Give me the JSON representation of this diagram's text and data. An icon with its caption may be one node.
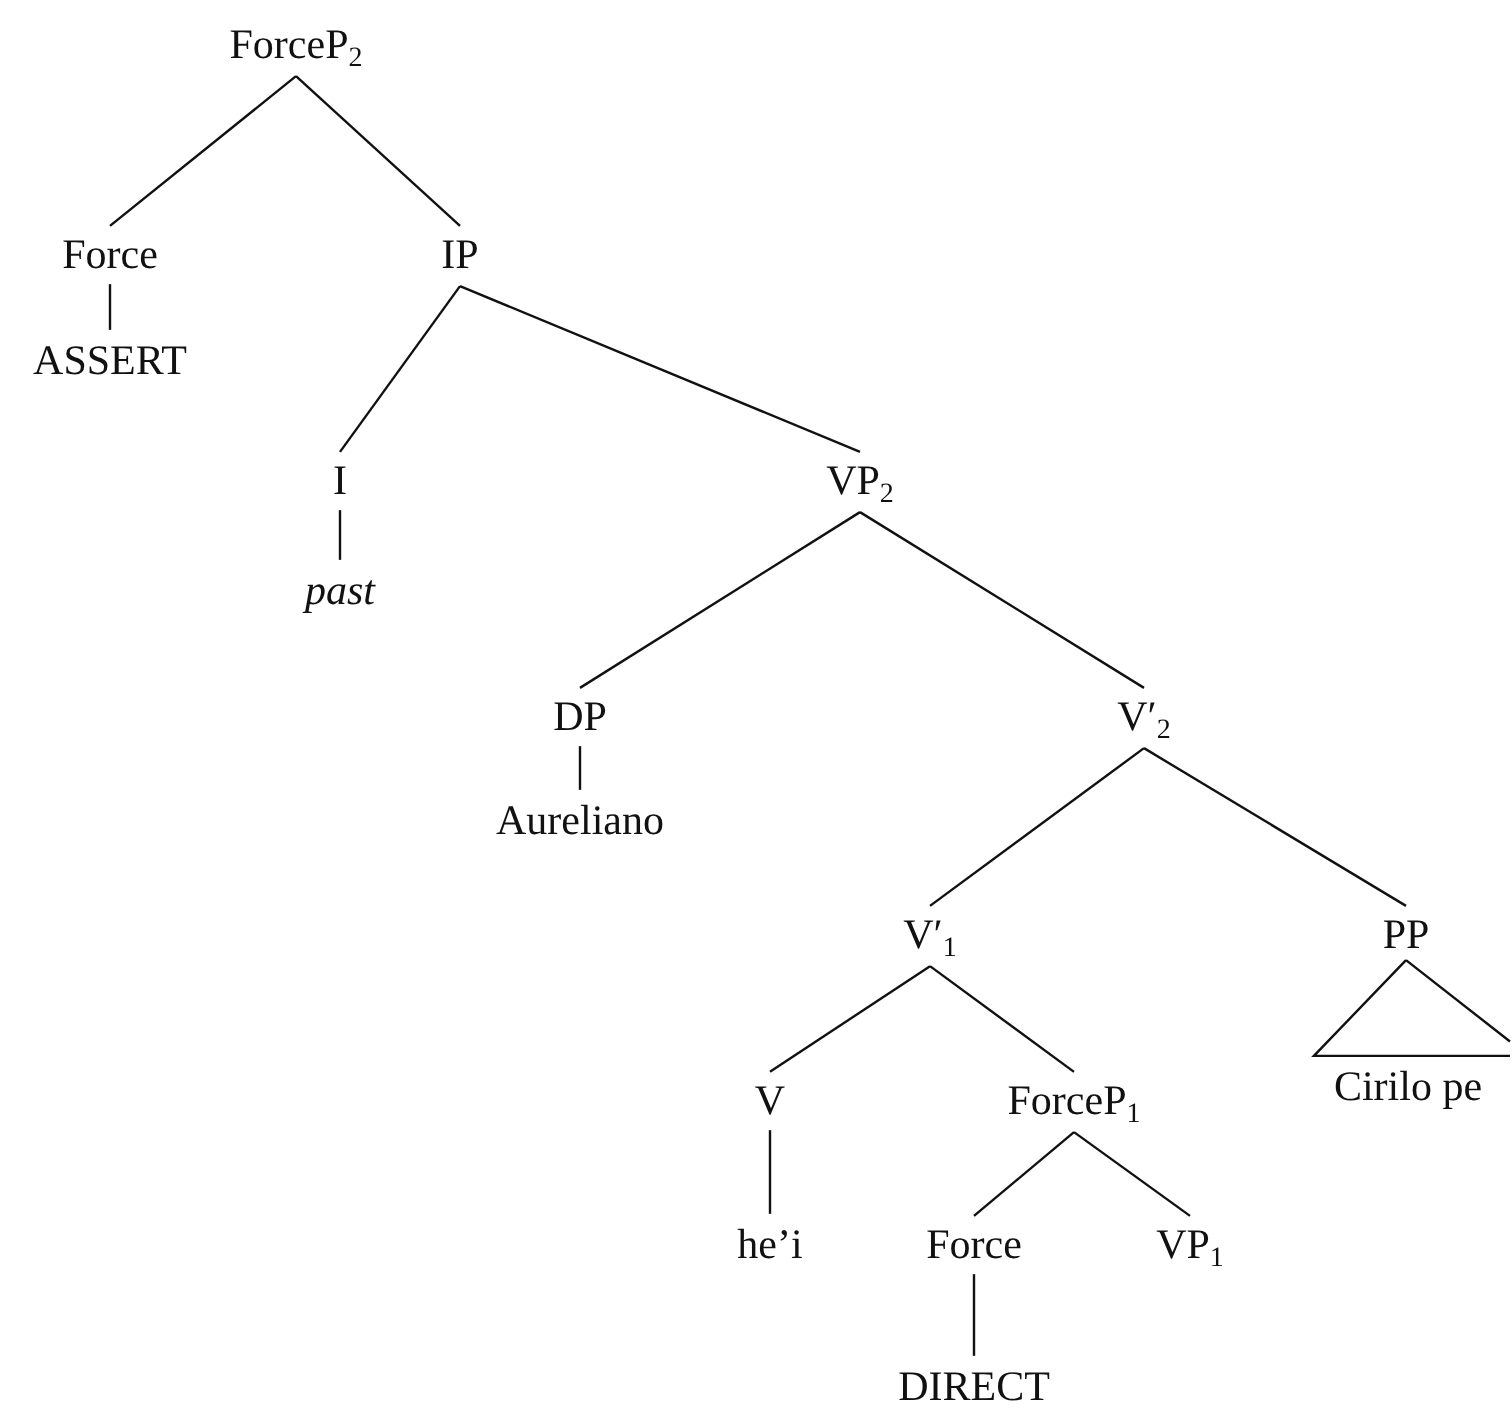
{
  "diagram": {
    "nodes": [
      {
        "text": [
          "ForceP$_{2}$"
        ]
      },
      {
        "text": [
          "Force"
        ]
      },
      {
        "text": [
          "IP"
        ]
      },
      {
        "text": [
          "ASSERT"
        ]
      },
      {
        "text": [
          "I"
        ]
      },
      {
        "text": [
          "VP$_{2}$"
        ]
      },
      {
        "text": [
          "past"
        ]
      },
      {
        "text": [
          "DP"
        ]
      },
      {
        "text": [
          "V′$_{2}$"
        ]
      },
      {
        "text": [
          "Aureliano"
        ]
      },
      {
        "text": [
          "V′$_{1}$"
        ]
      },
      {
        "text": [
          "PP"
        ]
      },
      {
        "text": [
          "V"
        ]
      },
      {
        "text": [
          "ForceP$_{1}$"
        ]
      },
      {
        "text": [
          "Cirilo pe"
        ]
      },
      {
        "text": [
          "he’i"
        ]
      },
      {
        "text": [
          "Force"
        ]
      },
      {
        "text": [
          "VP$_{1}$"
        ]
      },
      {
        "text": [
          "DIRECT"
        ]
      }
    ],
    "edges": [
      {
        "from": 0,
        "to": 1,
        "arrow": "none"
      },
      {
        "from": 0,
        "to": 2,
        "arrow": "none"
      },
      {
        "from": 1,
        "to": 3,
        "arrow": "none"
      },
      {
        "from": 2,
        "to": 4,
        "arrow": "none"
      },
      {
        "from": 2,
        "to": 5,
        "arrow": "none"
      },
      {
        "from": 4,
        "to": 6,
        "arrow": "none"
      },
      {
        "from": 5,
        "to": 7,
        "arrow": "none"
      },
      {
        "from": 5,
        "to": 8,
        "arrow": "none"
      },
      {
        "from": 7,
        "to": 9,
        "arrow": "none"
      },
      {
        "from": 8,
        "to": 10,
        "arrow": "none"
      },
      {
        "from": 8,
        "to": 11,
        "arrow": "none"
      },
      {
        "from": 11,
        "to": 14,
        "arrow": "none"
      },
      {
        "from": 10,
        "to": 12,
        "arrow": "none"
      },
      {
        "from": 10,
        "to": 13,
        "arrow": "none"
      },
      {
        "from": 12,
        "to": 15,
        "arrow": "none"
      },
      {
        "from": 13,
        "to": 16,
        "arrow": "none"
      },
      {
        "from": 13,
        "to": 17,
        "arrow": "none"
      },
      {
        "from": 16,
        "to": 18,
        "arrow": "none"
      }
    ]
  }
}
